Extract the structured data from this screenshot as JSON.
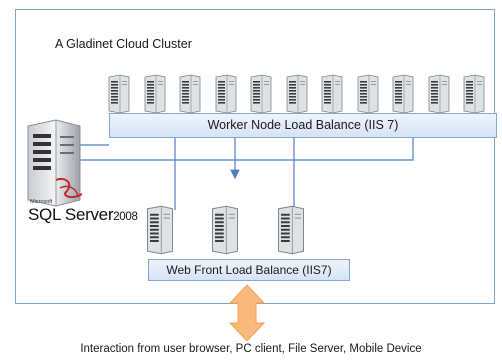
{
  "diagram": {
    "title": "A Gladinet Cloud Cluster",
    "worker_lb_label": "Worker Node Load Balance (IIS 7)",
    "web_lb_label": "Web Front Load Balance (IIS7)",
    "sql_microsoft": "Microsoft",
    "sql_name": "SQL Server",
    "sql_version": "2008",
    "caption": "Interaction from user browser, PC client, File Server, Mobile Device",
    "worker_node_count": 11,
    "web_server_count": 3
  },
  "colors": {
    "border": "#7ea3cf",
    "connector": "#4d7fc0",
    "arrow_fill": "#f9b97a",
    "arrow_stroke": "#f5a05a"
  }
}
